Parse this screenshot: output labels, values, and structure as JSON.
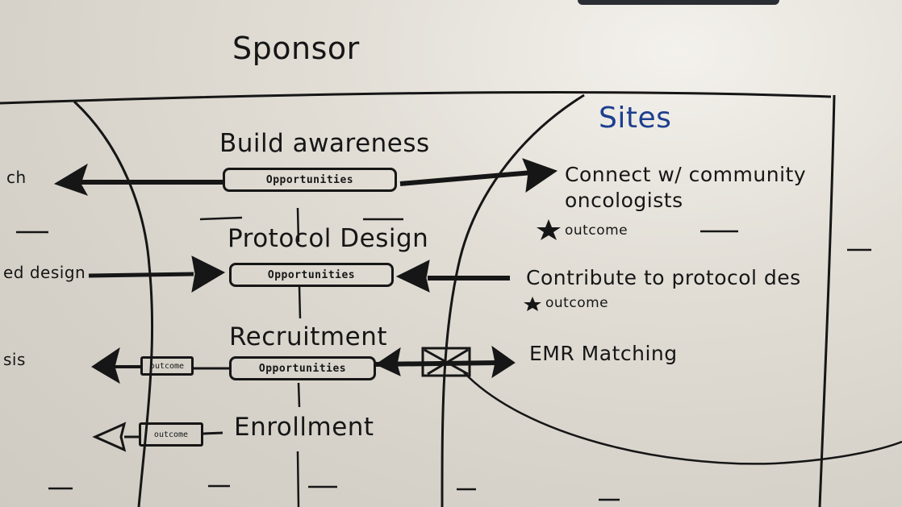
{
  "board": {
    "title": "Sponsor",
    "lane_label": "Sites",
    "rows": [
      {
        "heading": "Build awareness",
        "pill": "Opportunities",
        "left_cut": "ch",
        "right_note": "Connect w/ community",
        "right_note_2": "oncologists",
        "right_sub": "outcome"
      },
      {
        "heading": "Protocol Design",
        "pill": "Opportunities",
        "left_cut": "ed design",
        "right_note": "Contribute to protocol des",
        "right_sub": "outcome"
      },
      {
        "heading": "Recruitment",
        "pill": "Opportunities",
        "left_cut": "sis",
        "side_box": "outcome",
        "right_note": "EMR Matching"
      },
      {
        "heading": "Enrollment",
        "side_box": "outcome"
      }
    ]
  }
}
